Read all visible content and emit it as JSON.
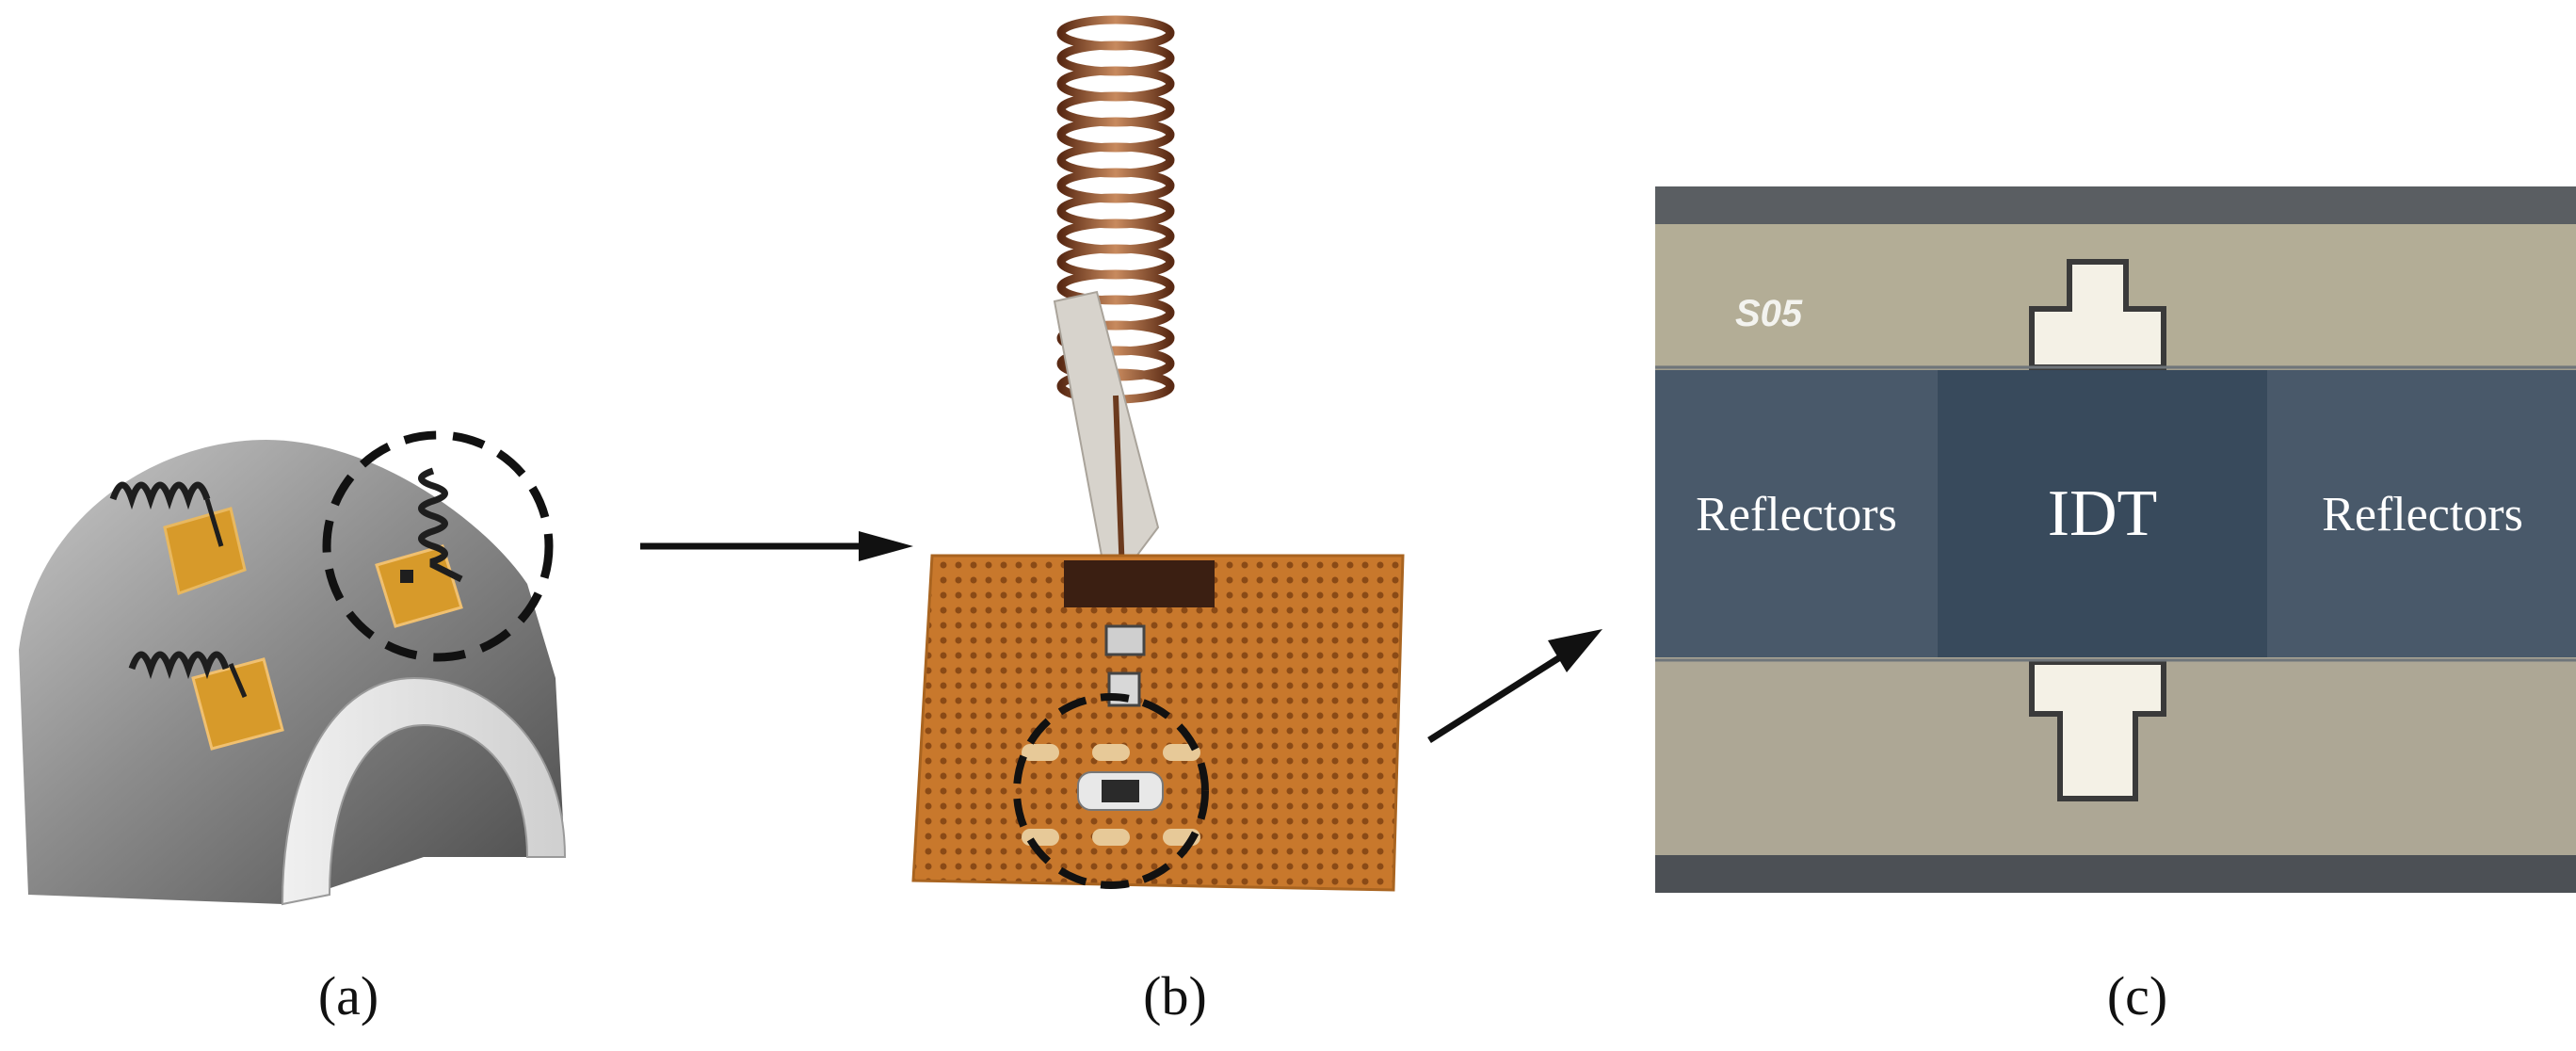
{
  "panels": [
    {
      "caption": "(a)"
    },
    {
      "caption": "(b)"
    },
    {
      "caption": "(c)"
    }
  ],
  "micrograph": {
    "chip_id": "S05",
    "regions": [
      "Reflectors",
      "IDT",
      "Reflectors"
    ]
  },
  "colors": {
    "arrow": "#111111",
    "kapton": "#c8782c",
    "copper_coil": "#8b4a2b",
    "substrate_gray": "#8a8a8a",
    "idt_blue": "#384a5c",
    "reflector_gray": "#49596a",
    "pad_white": "#f4f1e6"
  }
}
